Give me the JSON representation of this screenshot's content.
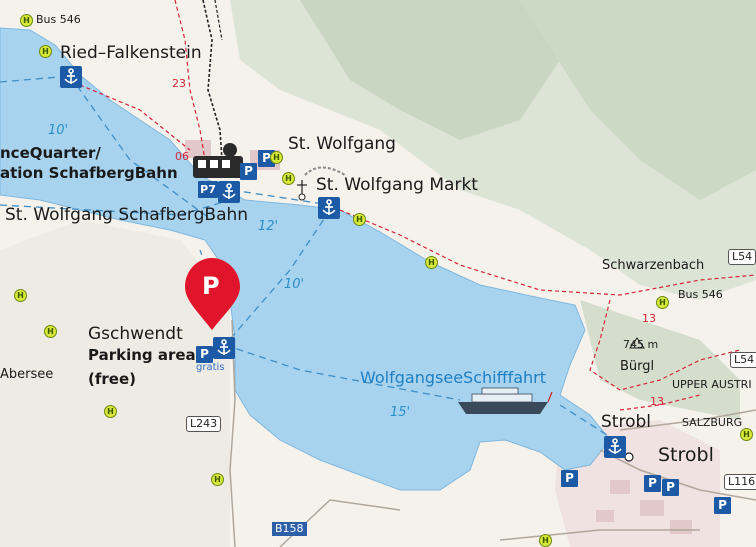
{
  "places": {
    "bus_546_top": "Bus 546",
    "ried_falkenstein": "Ried–Falkenstein",
    "st_wolfgang": "St. Wolfgang",
    "st_wolfgang_markt": "St. Wolfgang Markt",
    "st_wolfgang_schafbergbahn": "St. Wolfgang SchafbergBahn",
    "quarter_line1": "nceQuarter/",
    "quarter_line2": "ation SchafbergBahn",
    "gschwendt": "Gschwendt",
    "parking_area": "Parking area",
    "free": "(free)",
    "gratis": "gratis",
    "abersee": "Abersee",
    "schwarzenbach": "Schwarzenbach",
    "bus_546_right": "Bus 546",
    "elevation": "745 m",
    "burgl": "Bürgl",
    "upper_austria": "UPPER AUSTRI",
    "salzburg": "SALZBURG",
    "strobl_pier": "Strobl",
    "strobl_town": "Strobl",
    "ferry_company": "WolfgangseeSchifffahrt"
  },
  "ferry_times": [
    "10'",
    "12'",
    "10'",
    "15'"
  ],
  "trail_numbers": [
    "23",
    "06",
    "13",
    "13"
  ],
  "roads": {
    "l243": "L243",
    "b158": "B158",
    "l54_top": "L54",
    "l54_mid": "L54",
    "l116": "L116"
  },
  "symbols": {
    "parking_letter": "P",
    "p7": "P7",
    "bus_stop_letter": "H"
  },
  "icons": {
    "parking_marker": "parking-location-pin-icon",
    "ferry_pier": "anchor-icon",
    "cable_railway": "cog-railway-train-icon",
    "ferry_ship": "ferry-boat-icon",
    "bus_stop": "bus-stop-icon",
    "chapel": "chapel-cross-icon"
  },
  "colors": {
    "lake": "#a7d3ef",
    "land": "#f5f2ec",
    "ferry_route": "#3f8fc8",
    "pier_sign": "#1d5aa6",
    "parking_marker": "#e0142a",
    "trail": "#d6243a",
    "bus_stop": "#d8e83a",
    "settlement": "#e2c8c8"
  }
}
